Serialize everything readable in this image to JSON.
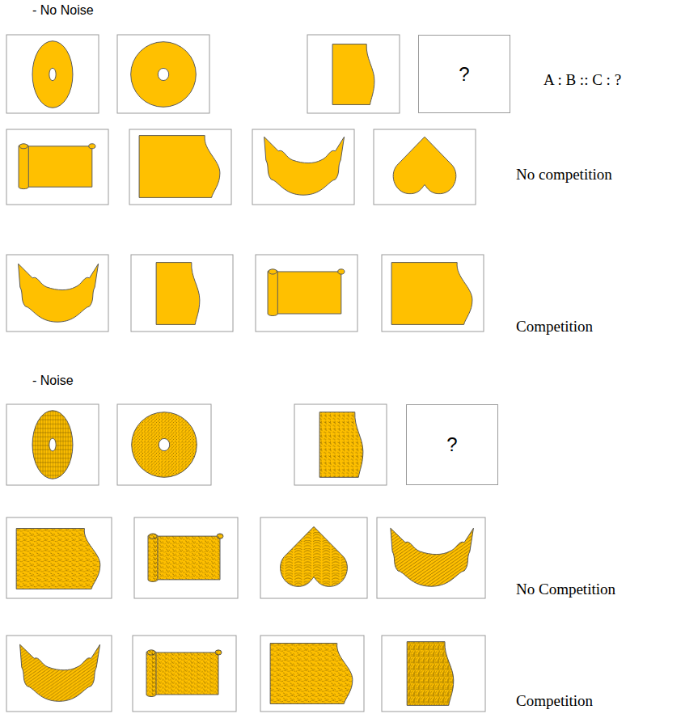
{
  "diagram": {
    "nodes": [
      {
        "text": [
          "?"
        ]
      },
      {
        "text": [
          "?"
        ]
      }
    ],
    "labels": [
      "- No Noise",
      "A : B :: C : ?",
      "No competition",
      "Competition",
      "- Noise",
      "No Competition",
      "Competition"
    ]
  }
}
